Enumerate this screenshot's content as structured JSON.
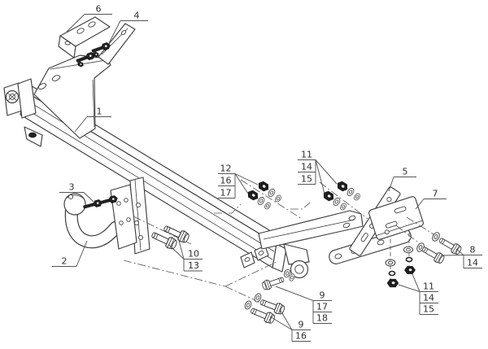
{
  "diagram": {
    "kind": "exploded-assembly-technical-drawing",
    "subject": "towbar hitch assembly",
    "colors": {
      "background": "#ffffff",
      "line": "#3f3f3f",
      "label": "#2f2f2f",
      "fastener_dark": "#1e1e1e"
    },
    "callouts": [
      {
        "id": "callout-6",
        "items": [
          "6"
        ]
      },
      {
        "id": "callout-4",
        "items": [
          "4"
        ]
      },
      {
        "id": "callout-1",
        "items": [
          "1"
        ]
      },
      {
        "id": "callout-12-16-17",
        "items": [
          "12",
          "16",
          "17"
        ]
      },
      {
        "id": "callout-11-14-15-upper",
        "items": [
          "11",
          "14",
          "15"
        ]
      },
      {
        "id": "callout-5",
        "items": [
          "5"
        ]
      },
      {
        "id": "callout-7",
        "items": [
          "7"
        ]
      },
      {
        "id": "callout-3",
        "items": [
          "3"
        ]
      },
      {
        "id": "callout-2",
        "items": [
          "2"
        ]
      },
      {
        "id": "callout-10-13",
        "items": [
          "10",
          "13"
        ]
      },
      {
        "id": "callout-8-14",
        "items": [
          "8",
          "14"
        ]
      },
      {
        "id": "callout-11-14-15-lower",
        "items": [
          "11",
          "14",
          "15"
        ]
      },
      {
        "id": "callout-9-17-18",
        "items": [
          "9",
          "17",
          "18"
        ]
      },
      {
        "id": "callout-9-16",
        "items": [
          "9",
          "16"
        ]
      }
    ]
  }
}
